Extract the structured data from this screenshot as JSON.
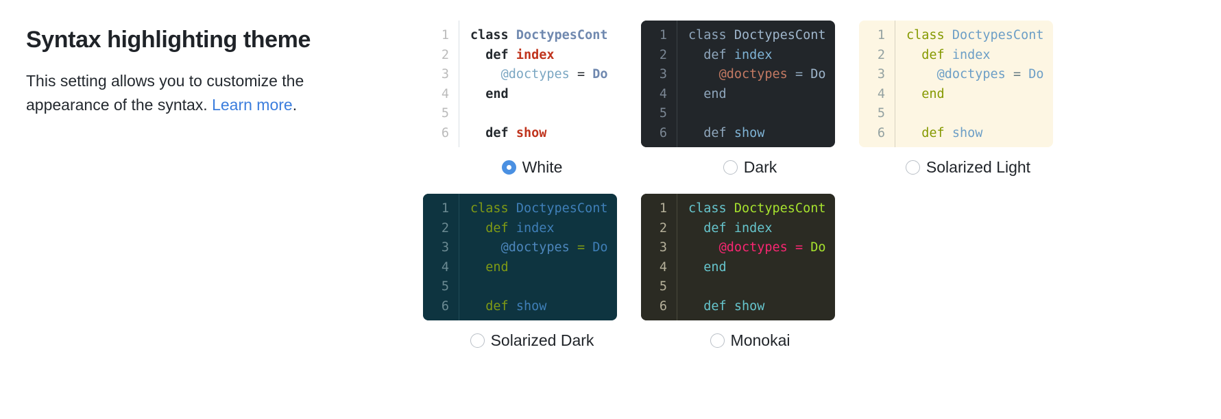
{
  "heading": "Syntax highlighting theme",
  "description": {
    "before": "This setting allows you to customize the appearance of the syntax. ",
    "link_text": "Learn more",
    "after": "."
  },
  "code_sample": {
    "line_numbers": [
      "1",
      "2",
      "3",
      "4",
      "5",
      "6"
    ],
    "lines": [
      [
        {
          "t": "class ",
          "k": "keyword"
        },
        {
          "t": "DoctypesCont",
          "k": "classname"
        }
      ],
      [
        {
          "t": "  ",
          "k": "plain"
        },
        {
          "t": "def ",
          "k": "keyword"
        },
        {
          "t": "index",
          "k": "function"
        }
      ],
      [
        {
          "t": "    ",
          "k": "plain"
        },
        {
          "t": "@doctypes",
          "k": "variable"
        },
        {
          "t": " = ",
          "k": "operator"
        },
        {
          "t": "Do",
          "k": "classname"
        }
      ],
      [
        {
          "t": "  ",
          "k": "plain"
        },
        {
          "t": "end",
          "k": "keyword"
        }
      ],
      [],
      [
        {
          "t": "  ",
          "k": "plain"
        },
        {
          "t": "def ",
          "k": "keyword"
        },
        {
          "t": "show",
          "k": "function"
        }
      ]
    ]
  },
  "selected_theme": "white",
  "themes": [
    {
      "id": "white",
      "label": "White",
      "selected": true,
      "palette": {
        "background": "#ffffff",
        "gutter_bg": "#ffffff",
        "gutter_fg": "#bbbbbb",
        "divider": "#d8dee4",
        "plain": "#24292e",
        "keyword": "#24292e",
        "classname": "#6f88af",
        "function": "#c0341d",
        "variable": "#7aa6c2",
        "operator": "#24292e"
      }
    },
    {
      "id": "dark",
      "label": "Dark",
      "selected": false,
      "palette": {
        "background": "#22262a",
        "gutter_bg": "#22262a",
        "gutter_fg": "#7b8794",
        "divider": "#3c4246",
        "plain": "#c8ccd0",
        "keyword": "#8fa6bc",
        "classname": "#9fb6cc",
        "function": "#7fb3d5",
        "variable": "#c47a63",
        "operator": "#8fa6bc"
      }
    },
    {
      "id": "solarized-light",
      "label": "Solarized Light",
      "selected": false,
      "palette": {
        "background": "#fdf6e3",
        "gutter_bg": "#fdf6e3",
        "gutter_fg": "#93a1a1",
        "divider": "#d8d2c0",
        "plain": "#657b83",
        "keyword": "#859900",
        "classname": "#6c9ec6",
        "function": "#6c9ec6",
        "variable": "#6c9ec6",
        "operator": "#657b83"
      }
    },
    {
      "id": "solarized-dark",
      "label": "Solarized Dark",
      "selected": false,
      "palette": {
        "background": "#0e3440",
        "gutter_bg": "#0e3440",
        "gutter_fg": "#6b8a92",
        "divider": "#204b57",
        "plain": "#93a1a1",
        "keyword": "#7f9a15",
        "classname": "#3f7fb8",
        "function": "#3f7fb8",
        "variable": "#4d87bd",
        "operator": "#7f9a15"
      }
    },
    {
      "id": "monokai",
      "label": "Monokai",
      "selected": false,
      "palette": {
        "background": "#2b2b23",
        "gutter_bg": "#2b2b23",
        "gutter_fg": "#b5b09a",
        "divider": "#4a4a3c",
        "plain": "#c8c6b8",
        "keyword": "#66c4cc",
        "classname": "#a6e22e",
        "function": "#66c4cc",
        "variable": "#f92672",
        "operator": "#f92672"
      }
    }
  ]
}
